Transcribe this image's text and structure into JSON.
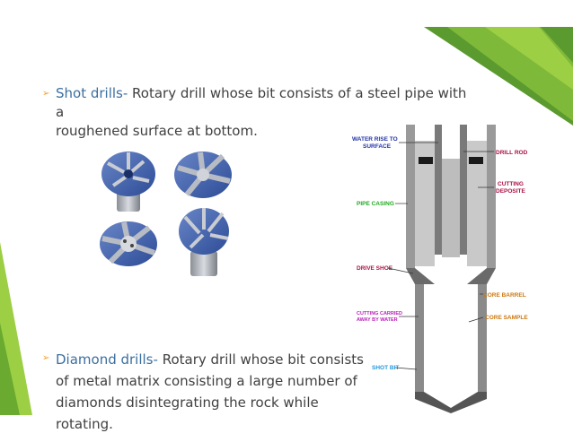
{
  "slide": {
    "bullet_glyph": "➢",
    "shot_drills": {
      "term": "Shot drills-",
      "desc_line1": " Rotary drill whose bit consists of a steel pipe with a",
      "desc_line2": "roughened surface at bottom."
    },
    "diamond_drills": {
      "term": "Diamond drills-",
      "desc_line1": " Rotary drill whose bit consists",
      "desc_line2": "of metal matrix consisting a large number of",
      "desc_line3": "diamonds disintegrating the rock while rotating."
    }
  },
  "diagram": {
    "labels": {
      "water_rise": [
        "WATER RISE TO",
        "SURFACE"
      ],
      "drill_rod": "DRILL ROD",
      "cutting_deposite": [
        "CUTTING",
        "DEPOSITE"
      ],
      "pipe_casing": "PIPE CASING",
      "drive_shoe": "DRIVE SHOE",
      "core_barrel": "CORE BARREL",
      "cutting_carried": [
        "CUTTING CARRIED",
        "AWAY BY WATER"
      ],
      "core_sample": "CORE SAMPLE",
      "shot_bit": "SHOT BIT"
    }
  },
  "colors": {
    "text": "#404040",
    "accent": "#3b6fa0",
    "bullet": "#f0a030",
    "green_dark": "#5b9a2e",
    "green_light": "#9ccf44",
    "label_blue": "#2233aa",
    "label_red": "#aa1144",
    "label_green": "#22aa22",
    "label_orange": "#cc7711",
    "label_magenta": "#bb22bb",
    "label_cyan": "#2299dd"
  }
}
